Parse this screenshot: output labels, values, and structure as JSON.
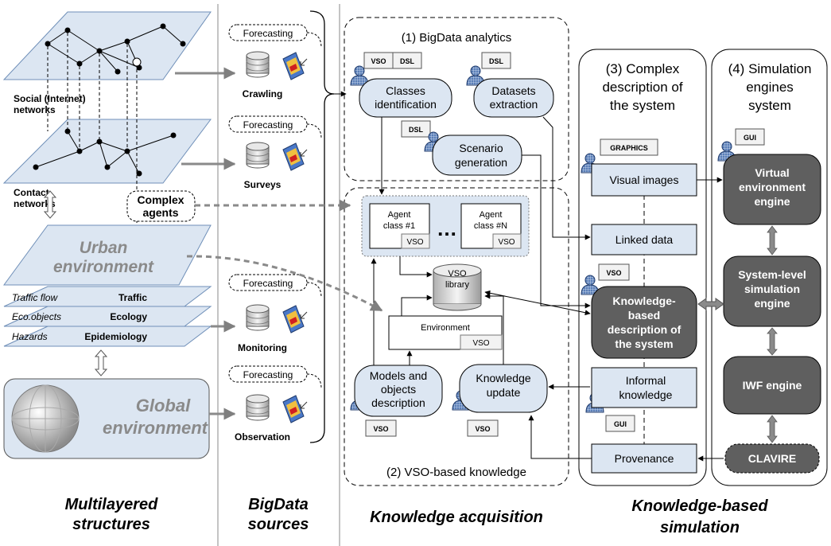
{
  "sections": {
    "multilayered": [
      "Multilayered",
      "structures"
    ],
    "bigdata_sources": [
      "BigData",
      "sources"
    ],
    "knowledge_acquisition": "Knowledge acquisition",
    "knowledge_based_simulation": [
      "Knowledge-based",
      "simulation"
    ]
  },
  "layers": {
    "social": [
      "Social (Internet)",
      "networks"
    ],
    "contact": [
      "Contact",
      "networks"
    ],
    "complex_agents": [
      "Complex",
      "agents"
    ],
    "urban": [
      "Urban",
      "environment"
    ],
    "traffic_left": "Traffic flow",
    "traffic_right": "Traffic",
    "ecology_left": "Eco.objects",
    "ecology_right": "Ecology",
    "epid_left": "Hazards",
    "epid_right": "Epidemiology",
    "global": [
      "Global",
      "environment"
    ]
  },
  "sources": {
    "forecasting": "Forecasting",
    "items": [
      "Crawling",
      "Surveys",
      "Monitoring",
      "Observation"
    ]
  },
  "analytics": {
    "title": "(1) BigData analytics",
    "classes": [
      "Classes",
      "identification"
    ],
    "datasets": [
      "Datasets",
      "extraction"
    ],
    "scenario": [
      "Scenario",
      "generation"
    ],
    "tag_vso": "VSO",
    "tag_dsl": "DSL"
  },
  "vso": {
    "title": "(2) VSO-based knowledge",
    "agent1": [
      "Agent",
      "class #1"
    ],
    "agentN": [
      "Agent",
      "class #N"
    ],
    "ellipsis": "…",
    "library": [
      "VSO",
      "library"
    ],
    "environment": "Environment",
    "models": [
      "Models and",
      "objects",
      "description"
    ],
    "update": [
      "Knowledge",
      "update"
    ],
    "tag": "VSO"
  },
  "complex": {
    "title": [
      "(3) Complex",
      "description of",
      "the system"
    ],
    "visual": "Visual images",
    "linked": "Linked data",
    "kb": [
      "Knowledge-",
      "based",
      "description of",
      "the system"
    ],
    "informal": [
      "Informal",
      "knowledge"
    ],
    "provenance": "Provenance",
    "tag_graphics": "GRAPHICS",
    "tag_vso": "VSO",
    "tag_gui": "GUI"
  },
  "engines": {
    "title": [
      "(4) Simulation",
      "engines",
      "system"
    ],
    "virtual": [
      "Virtual",
      "environment",
      "engine"
    ],
    "system_level": [
      "System-level",
      "simulation",
      "engine"
    ],
    "iwf": "IWF engine",
    "clavire": "CLAVIRE",
    "tag_gui": "GUI"
  }
}
